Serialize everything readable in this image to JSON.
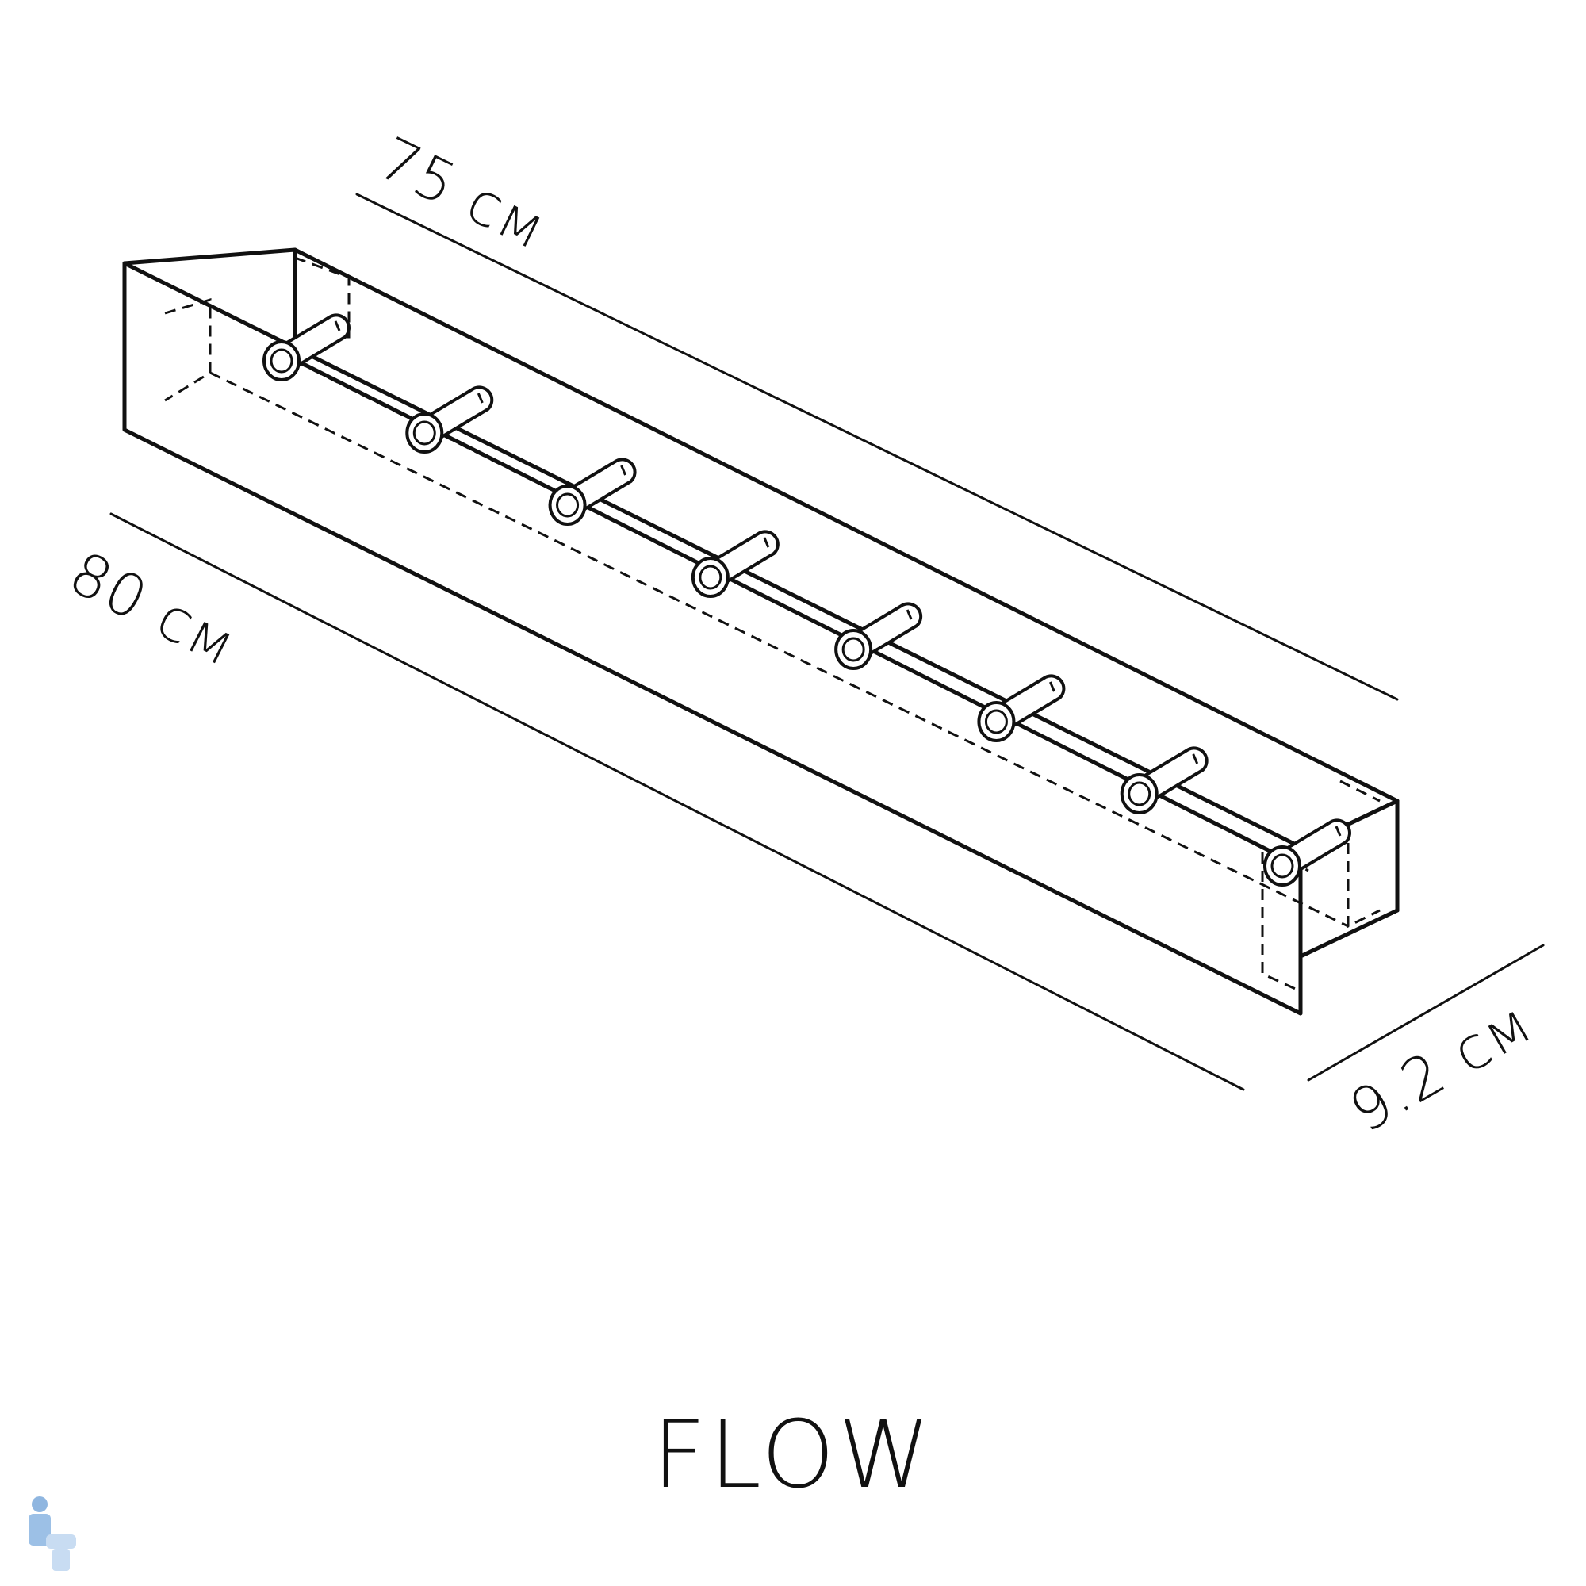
{
  "dimensions": {
    "top_length": "75 см",
    "bottom_length": "80 см",
    "depth": "9.2 см"
  },
  "title": "FLOW",
  "pegs": {
    "count": 8
  },
  "colors": {
    "line": "#111111",
    "background": "#ffffff"
  },
  "icons": {
    "corner_logo": "santech-mascot-icon"
  }
}
